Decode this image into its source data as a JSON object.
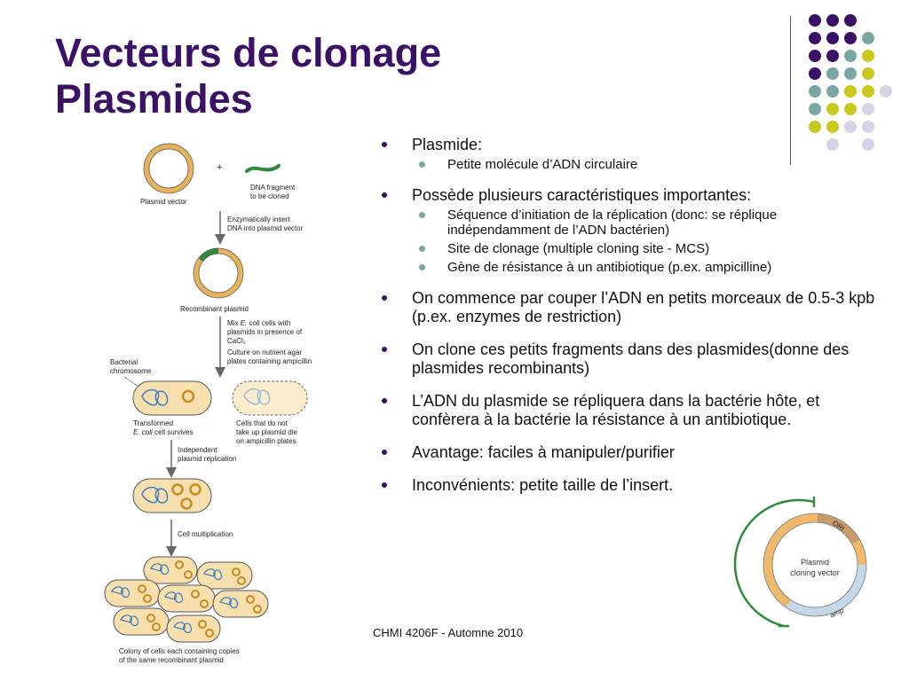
{
  "title": {
    "line1": "Vecteurs de clonage",
    "line2": "Plasmides"
  },
  "accent_colors": {
    "purple": "#3b1168",
    "teal": "#7aa7a3",
    "olive": "#c9c81e",
    "lavender": "#d6d3e6"
  },
  "bullets": [
    {
      "text": "Plasmide:",
      "subs": [
        "Petite molécule d’ADN circulaire"
      ]
    },
    {
      "text": "Possède plusieurs caractéristiques importantes:",
      "subs": [
        "Séquence d’initiation de la réplication (donc: se réplique indépendamment de l’ADN bactérien)",
        "Site de clonage (multiple cloning site - MCS)",
        "Gène de résistance à un antibiotique (p.ex. ampicilline)"
      ]
    },
    {
      "text": "On commence par couper l’ADN en petits morceaux de 0.5-3 kpb (p.ex. enzymes de restriction)"
    },
    {
      "text": "On clone ces petits fragments dans des plasmides(donne des plasmides recombinants)"
    },
    {
      "text": "L’ADN du plasmide se répliquera dans la bactérie hôte, et confèrera à la bactérie la résistance à un antibiotique."
    },
    {
      "text": "Avantage: faciles à manipuler/purifier"
    },
    {
      "text": "Inconvénients: petite taille de l’insert."
    }
  ],
  "footer": "CHMI 4206F - Automne 2010",
  "figure": {
    "plus": "+",
    "plasmid_vector": "Plasmid vector",
    "dna_fragment_1": "DNA fragment",
    "dna_fragment_2": "to be cloned",
    "step1_1": "Enzymatically insert",
    "step1_2": "DNA into plasmid vector",
    "recombinant_plasmid": "Recombinant plasmid",
    "step2_1_pre": "Mix ",
    "step2_1_em": "E. coli",
    "step2_1_post": " cells with",
    "step2_2": "plasmids in presence of",
    "step2_3": "CaCl₂",
    "step2_4": "Culture on nutrient agar",
    "step2_5": "plates containing ampicillin",
    "bacterial_1": "Bacterial",
    "bacterial_2": "chromosome",
    "transformed_1": "Transformed",
    "transformed_2_em": "E. coli",
    "transformed_2_post": " cell survives",
    "notake_1": "Cells that do not",
    "notake_2": "take up plasmid die",
    "notake_3": "on ampicillin plates",
    "step3_1": "Independent",
    "step3_2": "plasmid replication",
    "step4": "Cell multiplication",
    "colony_1": "Colony of cells each containing copies",
    "colony_2": "of the same recombinant plasmid"
  },
  "vector_map": {
    "label_1": "Plasmid",
    "label_2": "cloning vector",
    "ori": "ORI",
    "ampr": "ampʳ"
  }
}
